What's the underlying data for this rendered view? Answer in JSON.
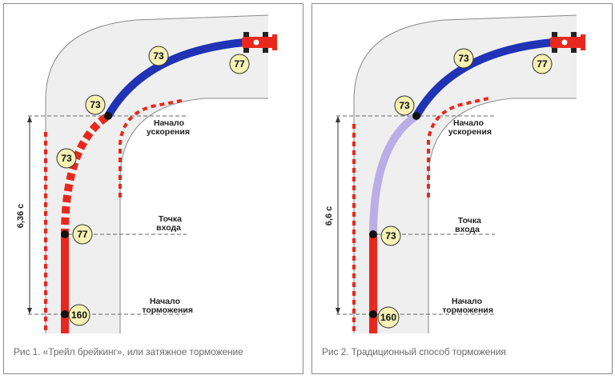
{
  "colors": {
    "accent_blue": "#2033b5",
    "braking_red": "#e8281e",
    "trail_lilac": "#b9aee6",
    "badge_fill": "#f6f1b4",
    "road_fill": "#efefef"
  },
  "figures": [
    {
      "caption": "Рис 1. «Трейл брейкинг», или затяжное торможение",
      "time_label": "6,36 с",
      "labels": {
        "accel_start": [
          "Начало",
          "ускорения"
        ],
        "entry_point": [
          "Точка",
          "входа"
        ],
        "brake_start": [
          "Начало",
          "торможения"
        ]
      },
      "speeds": {
        "car": "77",
        "mid_curve": "73",
        "apex": "73",
        "bend": "73",
        "entry": "77",
        "braking": "160"
      },
      "middle_segment": "red-dashed"
    },
    {
      "caption": "Рис 2. Традиционный способ торможения",
      "time_label": "6,6 с",
      "labels": {
        "accel_start": [
          "Начало",
          "ускорения"
        ],
        "entry_point": [
          "Точка",
          "входа"
        ],
        "brake_start": [
          "Начало",
          "торможения"
        ]
      },
      "speeds": {
        "car": "77",
        "mid_curve": "73",
        "apex": "73",
        "entry": "73",
        "braking": "160"
      },
      "middle_segment": "lilac-solid"
    }
  ]
}
